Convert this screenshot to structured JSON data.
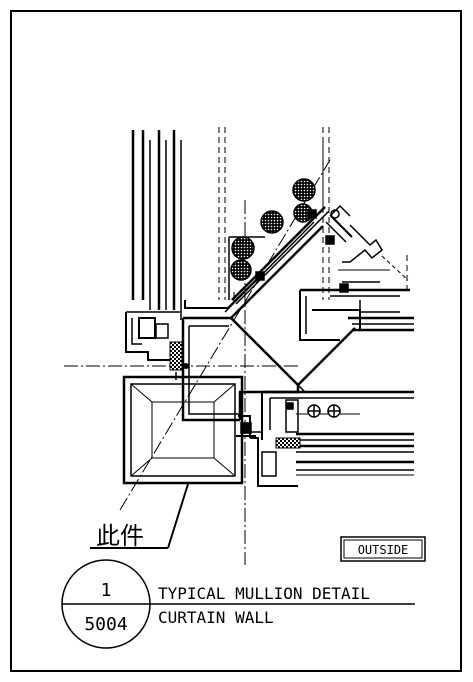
{
  "callout": {
    "label": "此件"
  },
  "tag": {
    "outside": "OUTSIDE"
  },
  "title_block": {
    "detail_number": "1",
    "sheet_number": "5004",
    "title_line1": "TYPICAL MULLION DETAIL",
    "title_line2": "CURTAIN WALL"
  },
  "colors": {
    "line": "#000000",
    "background": "#ffffff"
  }
}
